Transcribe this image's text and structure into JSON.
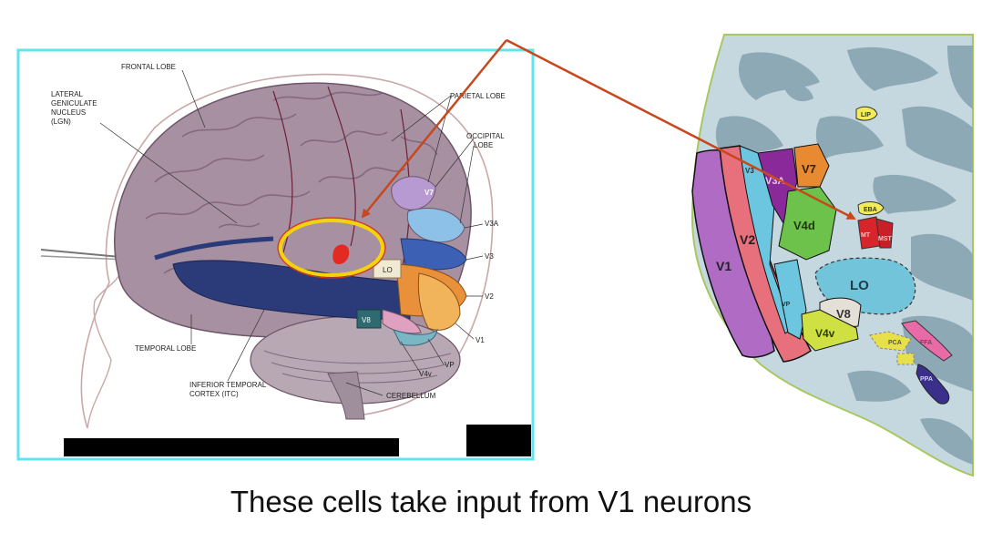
{
  "caption": "These cells take input from V1 neurons",
  "brain_labels": {
    "frontal_lobe": "FRONTAL LOBE",
    "lgn_line1": "LATERAL",
    "lgn_line2": "GENICULATE",
    "lgn_line3": "NUCLEUS",
    "lgn_line4": "(LGN)",
    "parietal_lobe": "PARIETAL LOBE",
    "occipital_line1": "OCCIPITAL",
    "occipital_line2": "LOBE",
    "v3a": "V3A",
    "v3": "V3",
    "v2": "V2",
    "v1": "V1",
    "vp": "VP",
    "v4v": "V4v",
    "v7": "V7",
    "v8": "V8",
    "lo": "LO",
    "temporal_lobe": "TEMPORAL LOBE",
    "itc_line1": "INFERIOR TEMPORAL",
    "itc_line2": "CORTEX (ITC)",
    "cerebellum": "CEREBELLUM"
  },
  "map_labels": {
    "lip": "LIP",
    "v7": "V7",
    "v3a": "V3A",
    "v3": "V3",
    "v4d": "V4d",
    "v2": "V2",
    "v1": "V1",
    "eba": "EBA",
    "mt": "MT",
    "mst": "MST",
    "lo": "LO",
    "vp": "VP",
    "v8": "V8",
    "v4v": "V4v",
    "pca": "PCA",
    "ffa": "FFA",
    "ppa": "PPA"
  },
  "colors": {
    "frame": "#5fe3ee",
    "arrow": "#c8481e",
    "highlight_ring": "#f5d20a",
    "cortex_dark": "#8ea9b6",
    "cortex_light": "#c5d8e0",
    "v1": "#b06cc4",
    "v2": "#e8707c",
    "v3": "#6cc6e0",
    "v3a": "#8a2a9a",
    "v7": "#e88a32",
    "v4d": "#6cc24a",
    "v8": "#e4e0d8",
    "v4v": "#cfe043",
    "lo": "#72c4da",
    "mt": "#d7262b",
    "eba": "#f2ec5a",
    "ffa": "#e86ba8",
    "ppa": "#3a2f8a"
  }
}
